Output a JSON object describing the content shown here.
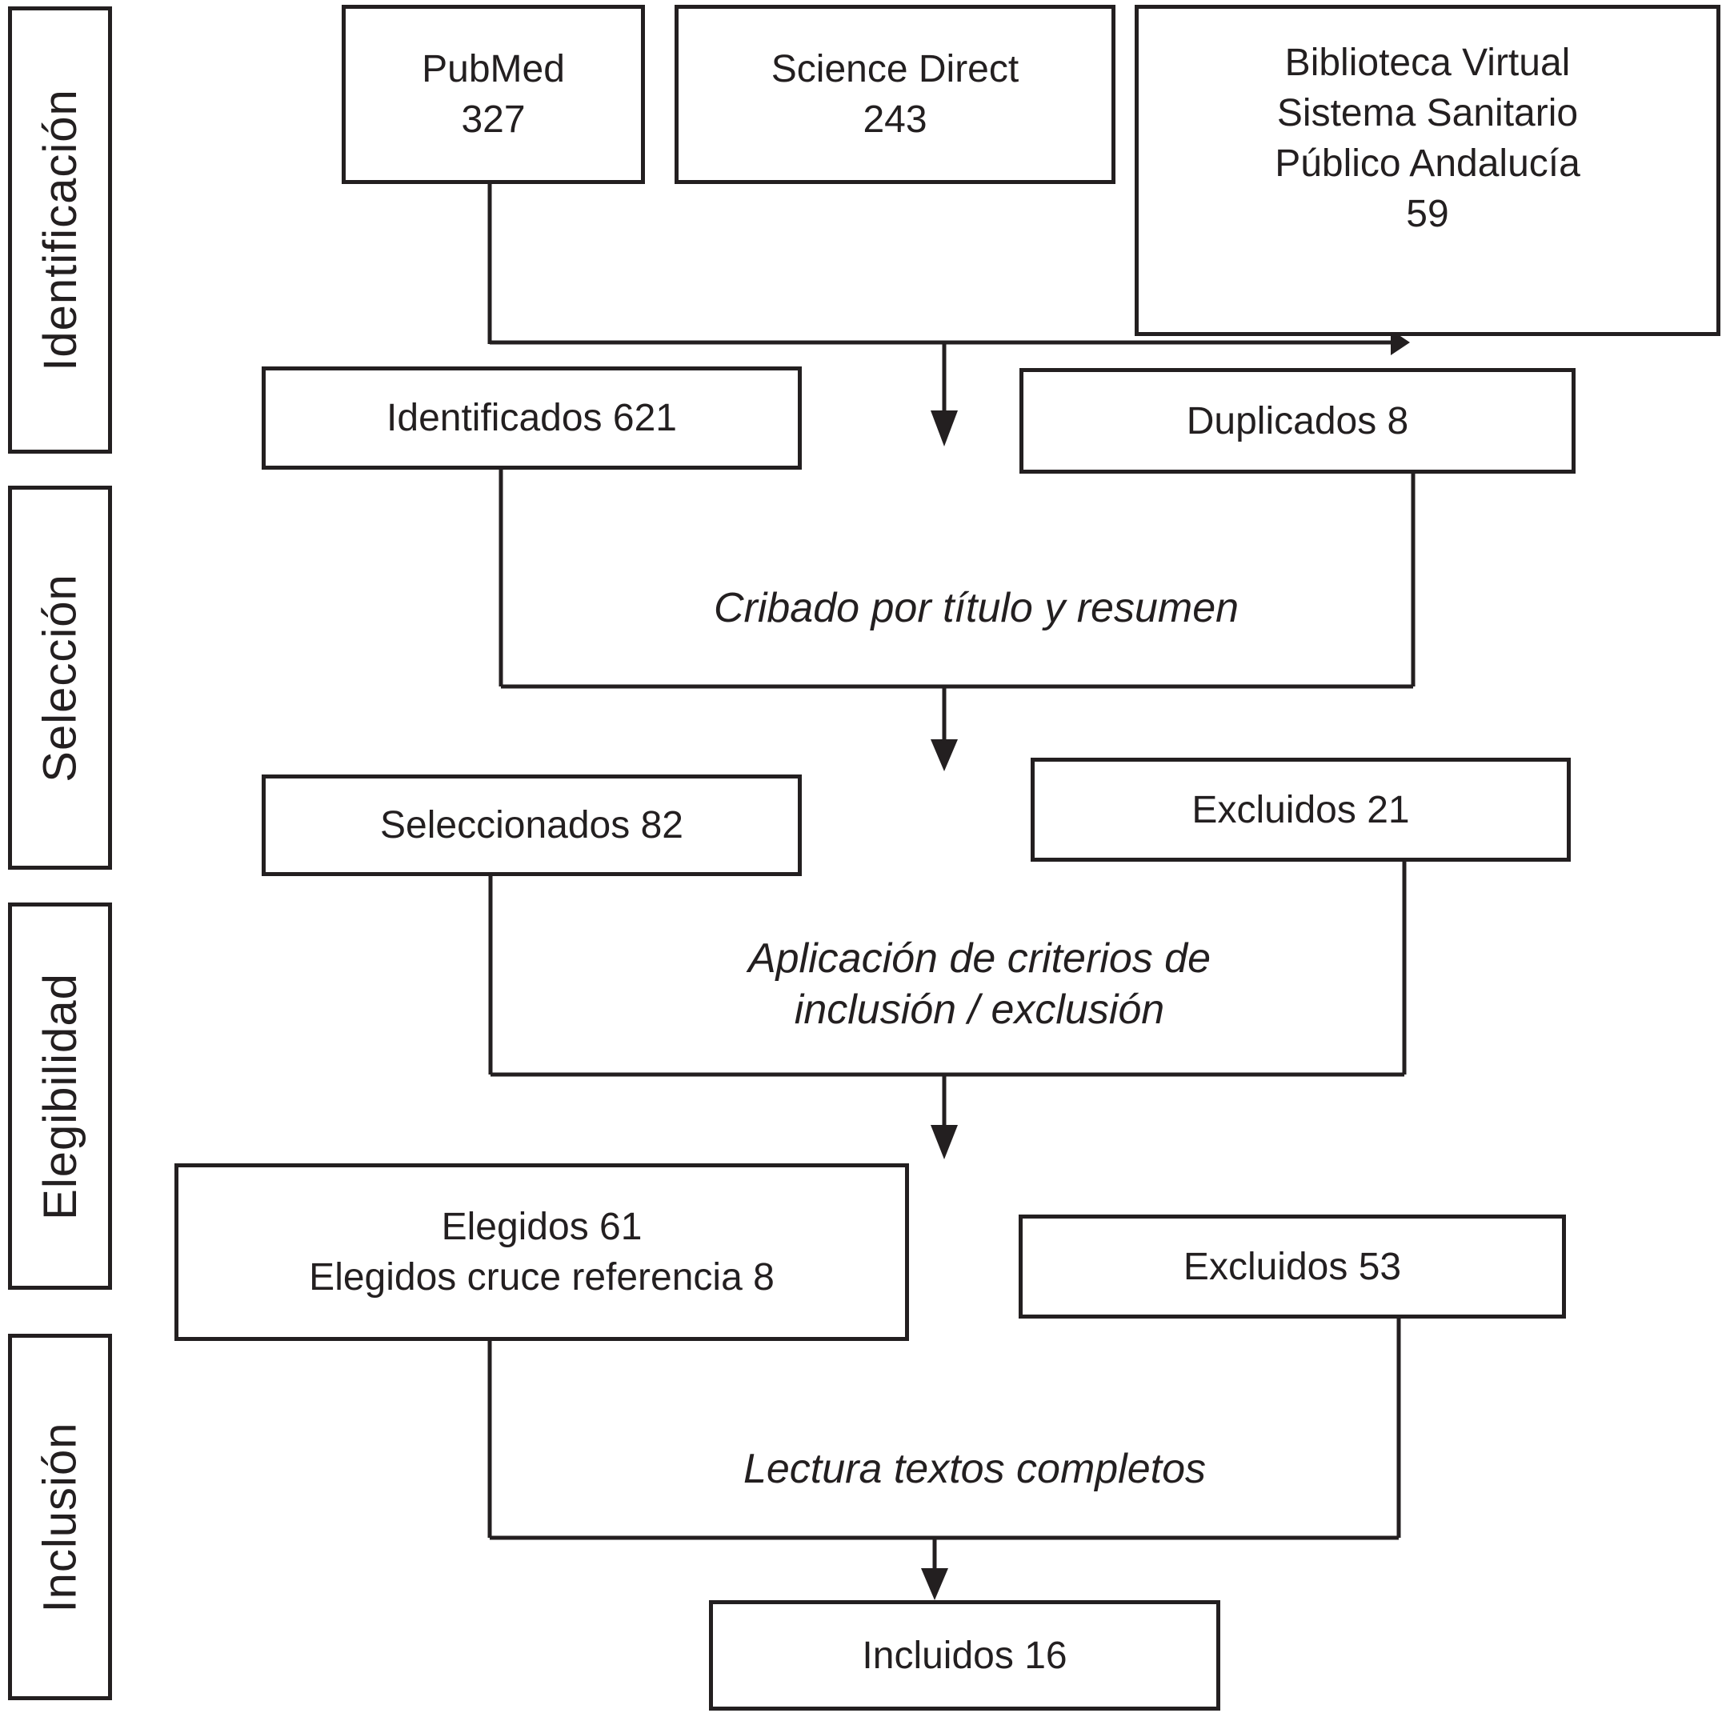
{
  "colors": {
    "line": "#231f20",
    "background": "#ffffff"
  },
  "sidebar": {
    "stages": [
      {
        "label": "Identificación"
      },
      {
        "label": "Selección"
      },
      {
        "label": "Elegibilidad"
      },
      {
        "label": "Inclusión"
      }
    ]
  },
  "sources": [
    {
      "lines": [
        "PubMed",
        "327"
      ]
    },
    {
      "lines": [
        "Science Direct",
        "243"
      ]
    },
    {
      "lines": [
        "Biblioteca Virtual",
        "Sistema Sanitario",
        "Público Andalucía",
        "59"
      ]
    }
  ],
  "flow": {
    "identified": "Identificados 621",
    "duplicates": "Duplicados 8",
    "stage1_label": "Cribado por título y resumen",
    "selected": "Seleccionados 82",
    "excluded_screening": "Excluidos 21",
    "stage2_label_lines": [
      "Aplicación de criterios de",
      "inclusión / exclusión"
    ],
    "eligible_lines": [
      "Elegidos 61",
      "Elegidos cruce referencia 8"
    ],
    "excluded_eligibility": "Excluidos 53",
    "stage3_label": "Lectura textos completos",
    "included": "Incluidos 16"
  }
}
